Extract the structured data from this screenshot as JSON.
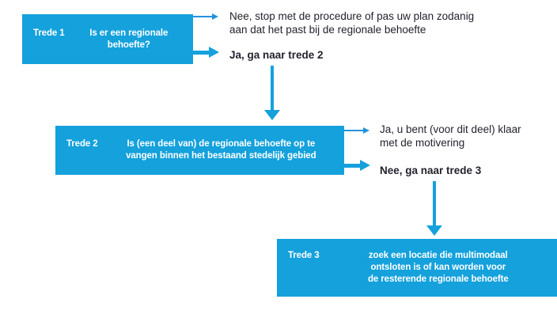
{
  "colors": {
    "box_blue": "#14a1dc",
    "thin_arrow_blue": "#2492dc",
    "text_dark": "#23232e",
    "box_text": "#ffffff",
    "background": "#ffffff"
  },
  "steps": [
    {
      "label": "Trede 1",
      "question": "Is er een regionale\nbehoefte?"
    },
    {
      "label": "Trede 2",
      "question": "Is (een deel van) de regionale behoefte op te\nvangen binnen het bestaand stedelijk gebied"
    },
    {
      "label": "Trede 3",
      "question": "zoek een locatie die multimodaal\nontsloten is of kan worden voor\nde resterende regionale behoefte"
    }
  ],
  "outcomes": {
    "step1_no": "Nee, stop met de procedure of pas uw plan zodanig\naan dat het past bij de regionale behoefte",
    "step1_yes": "Ja, ga naar trede 2",
    "step2_yes": "Ja, u bent (voor dit deel) klaar\nmet de motivering",
    "step2_no": "Nee, ga naar trede 3"
  }
}
